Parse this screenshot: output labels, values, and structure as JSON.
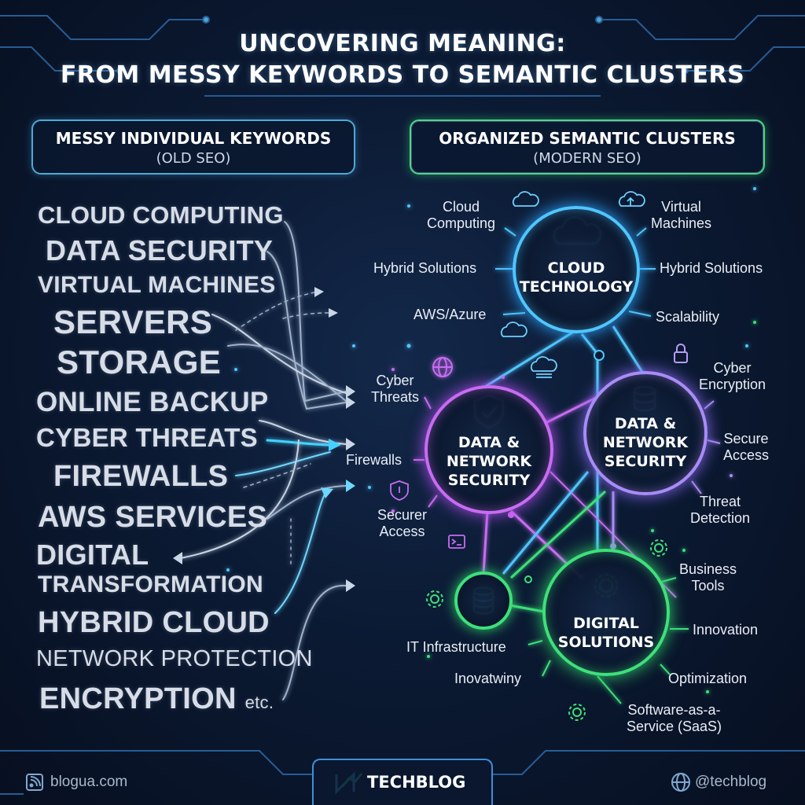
{
  "title_line1": "UNCOVERING MEANING:",
  "title_line2": "FROM MESSY KEYWORDS TO SEMANTIC CLUSTERS",
  "left_panel": {
    "title": "MESSY INDIVIDUAL KEYWORDS",
    "subtitle": "(OLD SEO)"
  },
  "right_panel": {
    "title": "ORGANIZED SEMANTIC CLUSTERS",
    "subtitle": "(MODERN SEO)"
  },
  "keywords": [
    "CLOUD COMPUTING",
    "DATA SECURITY",
    "VIRTUAL MACHINES",
    "SERVERS",
    "STORAGE",
    "ONLINE BACKUP",
    "CYBER THREATS",
    "FIREWALLS",
    "AWS SERVICES",
    "DIGITAL",
    "TRANSFORMATION",
    "HYBRID CLOUD",
    "NETWORK PROTECTION",
    "ENCRYPTION"
  ],
  "keyword_suffix": "etc.",
  "hubs": {
    "cloud": {
      "line1": "CLOUD",
      "line2": "TECHNOLOGY"
    },
    "security_left": {
      "line1": "DATA &",
      "line2": "NETWORK",
      "line3": "SECURITY"
    },
    "security_right": {
      "line1": "DATA &",
      "line2": "NETWORK",
      "line3": "SECURITY"
    },
    "digital": {
      "line1": "DIGITAL",
      "line2": "SOLUTIONS"
    }
  },
  "labels": {
    "cloud_computing_1": "Cloud",
    "cloud_computing_2": "Computing",
    "virtual_machines_1": "Virtual",
    "virtual_machines_2": "Machines",
    "hybrid_left": "Hybrid Solutions",
    "hybrid_right": "Hybrid Solutions",
    "aws_azure": "AWS/Azure",
    "scalability": "Scalability",
    "cyber_threats_1": "Cyber",
    "cyber_threats_2": "Threats",
    "cyber_encryption_1": "Cyber",
    "cyber_encryption_2": "Encryption",
    "firewalls": "Firewalls",
    "secure_access_right_1": "Secure",
    "secure_access_right_2": "Access",
    "securer_access_1": "Securer",
    "securer_access_2": "Access",
    "threat_detection_1": "Threat",
    "threat_detection_2": "Detection",
    "business_tools_1": "Business",
    "business_tools_2": "Tools",
    "it_infrastructure": "IT Infrastructure",
    "innovation": "Innovation",
    "inovatwiny": "Inovatwiny",
    "optimization": "Optimization",
    "saas_1": "Software-as-a-",
    "saas_2": "Service (SaaS)"
  },
  "footer": {
    "left": "blogua.com",
    "brand": "TECHBLOG",
    "right": "@techblog"
  },
  "colors": {
    "cloud": "#4fc6ff",
    "security_left": "#c86cf2",
    "security_right": "#a98cf6",
    "digital": "#3ee07a",
    "background": "#0a1428"
  }
}
